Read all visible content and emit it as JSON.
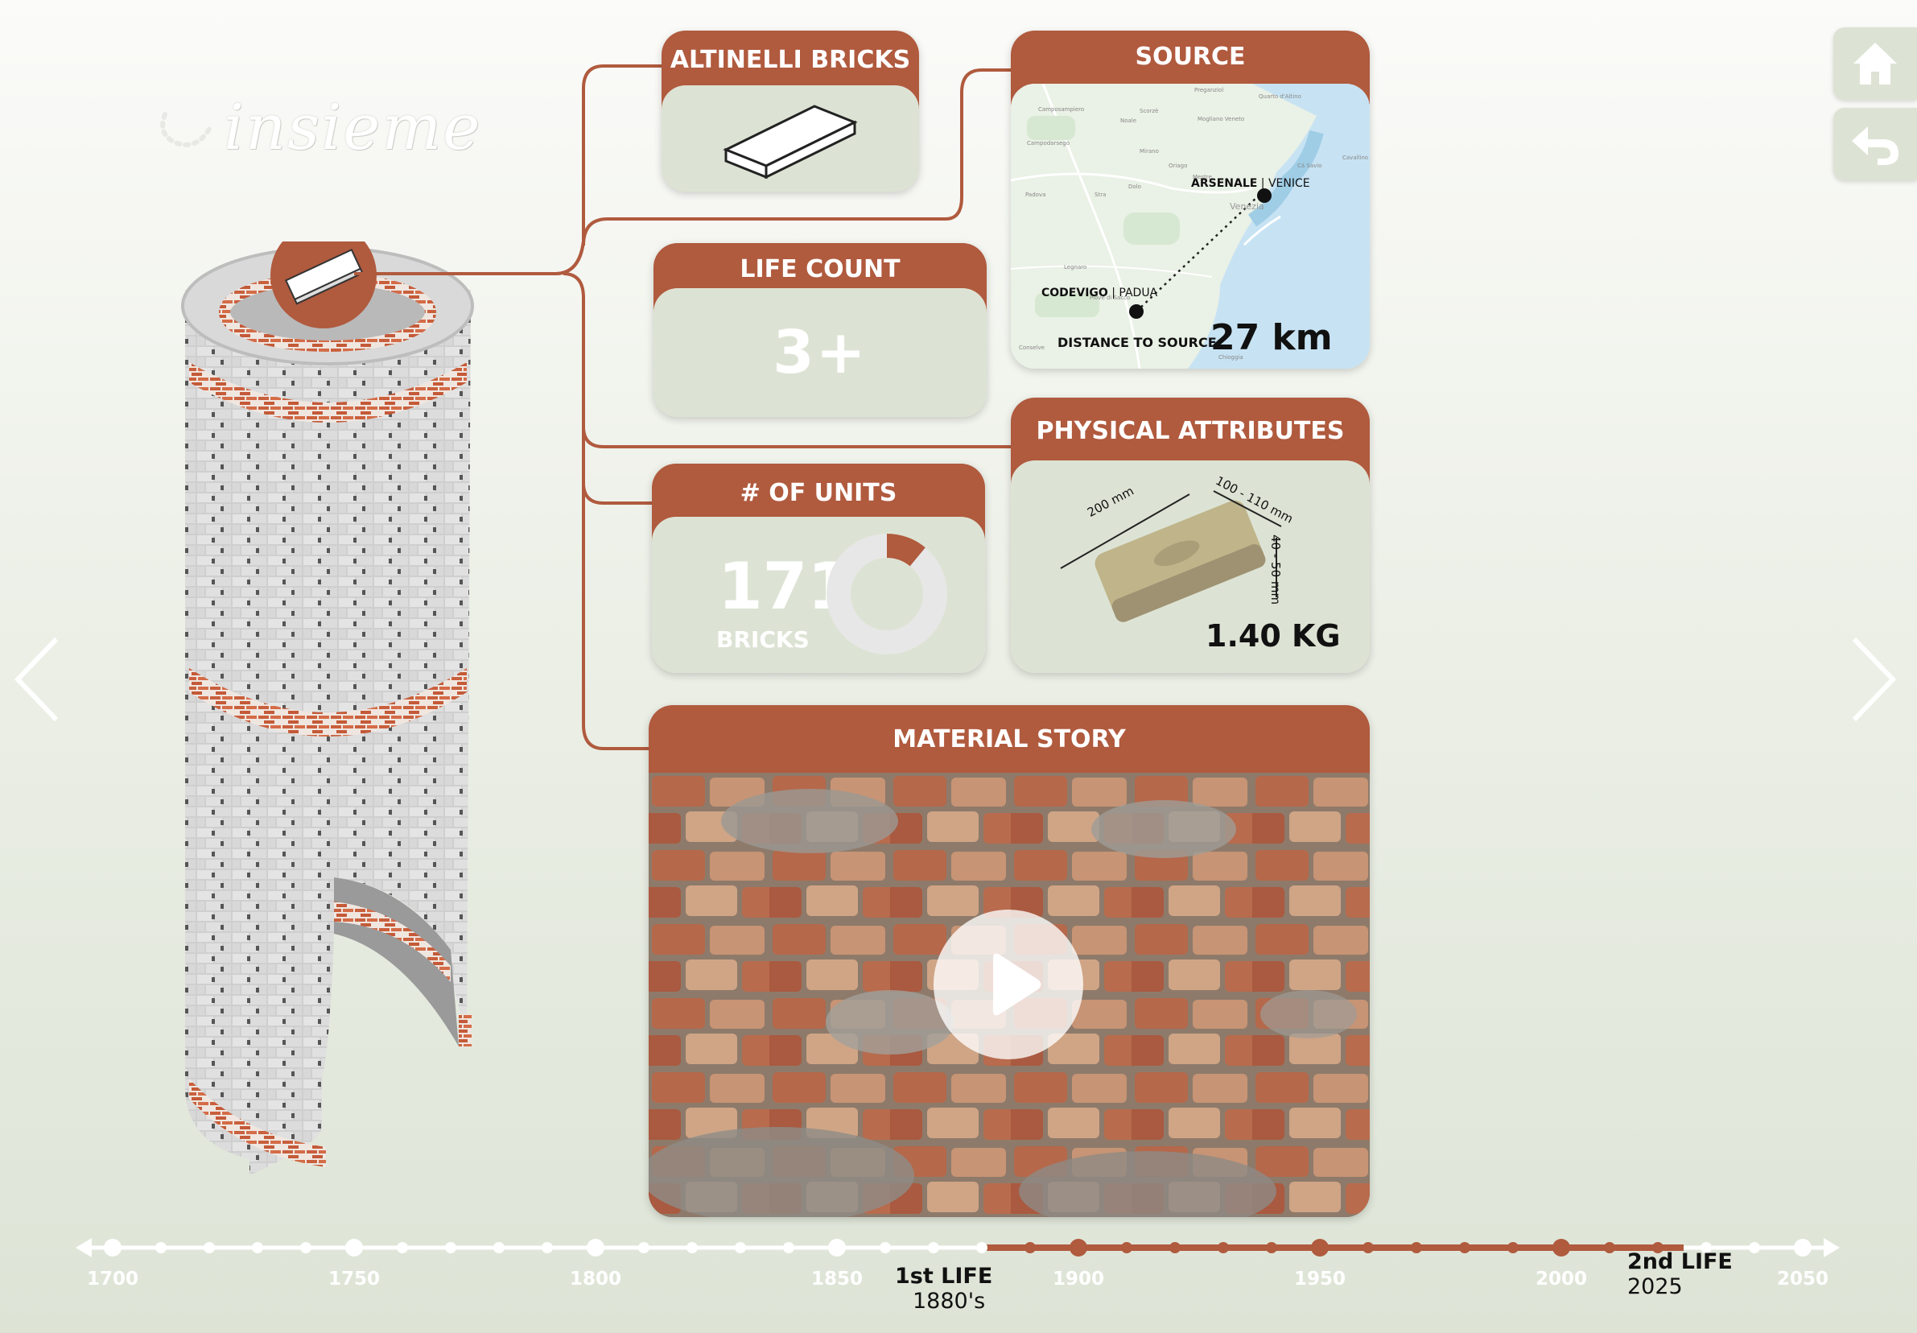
{
  "brand": {
    "logo_text": "insieme"
  },
  "nav": {
    "home_icon": "home-icon",
    "back_icon": "back-arrow-icon",
    "prev_icon": "chevron-left-icon",
    "next_icon": "chevron-right-icon"
  },
  "cards": {
    "product": {
      "title": "ALTINELLI BRICKS",
      "icon": "brick-icon"
    },
    "life_count": {
      "title": "LIFE COUNT",
      "value": "3+"
    },
    "units": {
      "title": "# OF UNITS",
      "value": "171",
      "unit_label": "BRICKS",
      "share": 0.11
    },
    "source": {
      "title": "SOURCE",
      "destination_name": "ARSENALE",
      "destination_city": "VENICE",
      "origin_name": "CODEVIGO",
      "origin_city": "PADUA",
      "distance_label": "DISTANCE TO SOURCE:",
      "distance_value": "27 km",
      "map_places": [
        "Preganziol",
        "Quarto d'Altino",
        "Camposampiero",
        "Scorzè",
        "Noale",
        "Mogliano Veneto",
        "Campodarsego",
        "Mirano",
        "Oriago",
        "Venezia",
        "Cá Savio",
        "Cavallino",
        "Padova",
        "Stra",
        "Dolo",
        "Legnaro",
        "Piove di Sacco",
        "Chioggia",
        "Conselve",
        "Mestre"
      ]
    },
    "physical": {
      "title": "PHYSICAL ATTRIBUTES",
      "length": "200 mm",
      "width": "100 - 110 mm",
      "height": "40 - 50 mm",
      "weight": "1.40 KG"
    },
    "story": {
      "title": "MATERIAL STORY",
      "play_icon": "play-icon"
    }
  },
  "timeline": {
    "ticks": [
      "1700",
      "1750",
      "1800",
      "1850",
      "1900",
      "1950",
      "2000",
      "2050"
    ],
    "first_life": {
      "label": "1st LIFE",
      "date": "1880's"
    },
    "second_life": {
      "label": "2nd LIFE",
      "date": "2025"
    },
    "accent_color": "#b05a3e"
  },
  "colors": {
    "accent": "#b05a3e",
    "card_bg": "#dde3d4"
  }
}
